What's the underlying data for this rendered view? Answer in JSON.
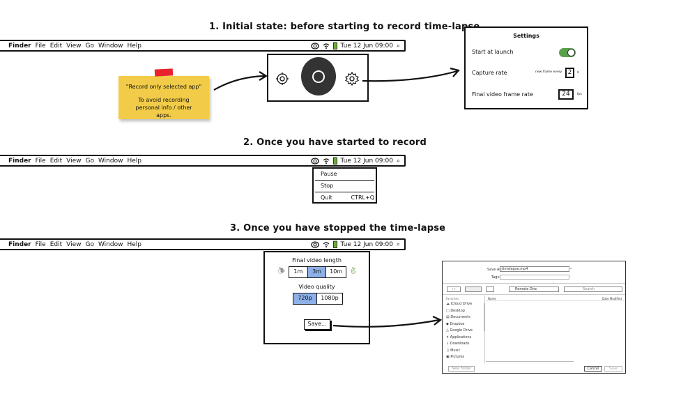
{
  "headings": {
    "step1": "1. Initial state: before starting to record time-lapse",
    "step2": "2. Once you have started to record",
    "step3": "3. Once you have stopped the time-lapse"
  },
  "menubar": {
    "apple": "",
    "items": [
      "Finder",
      "File",
      "Edit",
      "View",
      "Go",
      "Window",
      "Help"
    ],
    "datetime": "Tue 12 Jun 09:00"
  },
  "sticky_note": {
    "line1": "\"Record only selected app\"",
    "line2": "To avoid recording personal info / other apps."
  },
  "settings": {
    "title": "Settings",
    "start_at_launch_label": "Start at launch",
    "start_at_launch_on": true,
    "capture_rate_label": "Capture rate",
    "capture_prefix": "new frame every",
    "capture_value": "2",
    "capture_unit": "s",
    "fps_label": "Final video frame rate",
    "fps_value": "24",
    "fps_unit": "fps"
  },
  "record_menu": {
    "pause": "Pause",
    "stop": "Stop",
    "quit": "Quit",
    "quit_shortcut": "CTRL+Q"
  },
  "stop_panel": {
    "length_label": "Final video length",
    "length_options": [
      "1m",
      "3m",
      "10m"
    ],
    "length_selected": "3m",
    "quality_label": "Video quality",
    "quality_options": [
      "720p",
      "1080p"
    ],
    "quality_selected": "720p",
    "save_button": "Save..."
  },
  "save_dialog": {
    "save_as_label": "Save As:",
    "save_as_value": "timelapse.mp4",
    "tags_label": "Tags:",
    "location": "Remote Disc",
    "search_placeholder": "Search",
    "favorites_label": "Favorites",
    "sidebar_items": [
      "iCloud Drive",
      "Desktop",
      "Documents",
      "Dropbox",
      "Google Drive",
      "Applications",
      "Downloads",
      "Music",
      "Pictures"
    ],
    "col_name": "Name",
    "col_date": "Date Modified",
    "new_folder": "New Folder",
    "cancel": "Cancel",
    "save": "Save"
  },
  "colors": {
    "sticky": "#f2cc48",
    "tape": "#e8232b",
    "toggle_on": "#5aa04a",
    "selected": "#8db0e8"
  }
}
